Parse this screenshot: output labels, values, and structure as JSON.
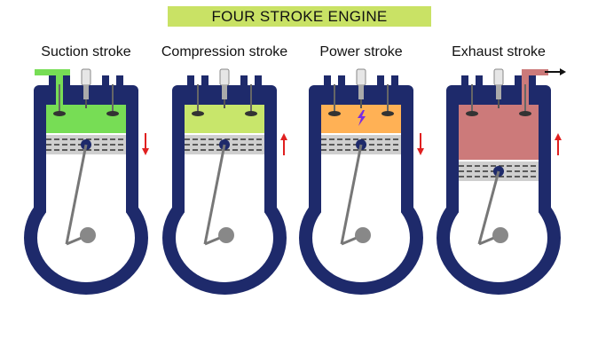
{
  "title": "FOUR STROKE ENGINE",
  "strokes": [
    {
      "label": "Suction stroke",
      "gas_color": "#77dd55",
      "piston_direction": "down",
      "piston_level": "low",
      "intake_open": true,
      "exhaust_open": false,
      "spark": false
    },
    {
      "label": "Compression stroke",
      "gas_color": "#c8e66b",
      "piston_direction": "up",
      "piston_level": "low",
      "intake_open": false,
      "exhaust_open": false,
      "spark": false
    },
    {
      "label": "Power stroke",
      "gas_color": "#ffb155",
      "piston_direction": "down",
      "piston_level": "low",
      "intake_open": false,
      "exhaust_open": false,
      "spark": true
    },
    {
      "label": "Exhaust stroke",
      "gas_color": "#cc7a7a",
      "piston_direction": "up",
      "piston_level": "high",
      "intake_open": false,
      "exhaust_open": true,
      "spark": false
    }
  ],
  "colors": {
    "body": "#1e2a6b",
    "piston": "#cfcfcf",
    "rod": "#777777",
    "crank": "#888888",
    "arrow": "#e02020",
    "spark": "#7a2be2"
  }
}
